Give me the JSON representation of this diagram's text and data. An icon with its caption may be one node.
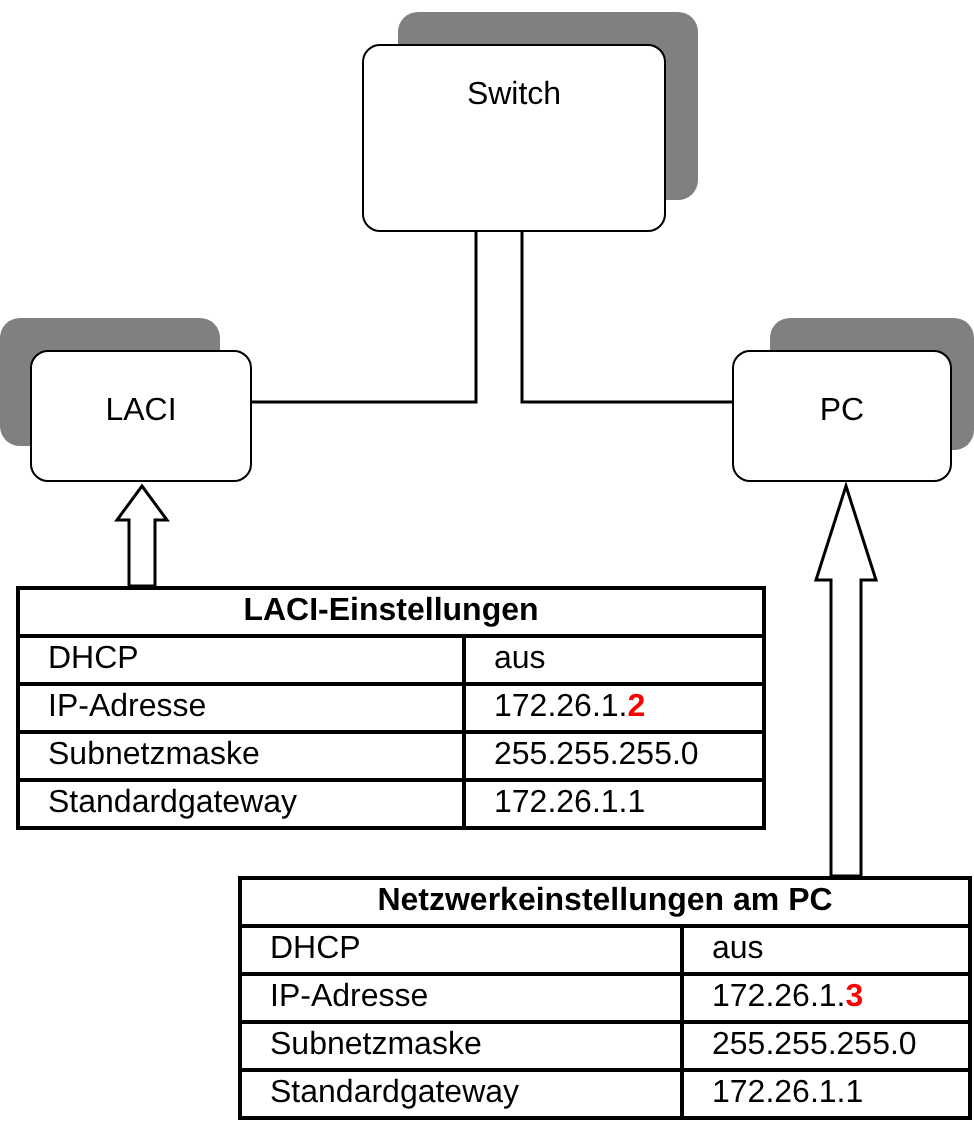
{
  "diagram": {
    "nodes": [
      {
        "text": [
          "Switch"
        ]
      },
      {
        "text": [
          "LACI"
        ]
      },
      {
        "text": [
          "PC"
        ]
      },
      {
        "text": [
          "LACI-Einstellungen",
          "DHCP",
          "aus",
          "IP-Adresse",
          "172.26.1.**2**",
          "Subnetzmaske",
          "255.255.255.0",
          "Standardgateway",
          "172.26.1.1"
        ]
      },
      {
        "text": [
          "Netzwerkeinstellungen am PC",
          "DHCP",
          "aus",
          "IP-Adresse",
          "172.26.1.**3**",
          "Subnetzmaske",
          "255.255.255.0",
          "Standardgateway",
          "172.26.1.1"
        ]
      }
    ],
    "edges": [
      {
        "from": 0,
        "to": 1,
        "arrow": "none"
      },
      {
        "from": 0,
        "to": 2,
        "arrow": "none"
      },
      {
        "from": 3,
        "to": 1,
        "arrow": "to"
      },
      {
        "from": 4,
        "to": 2,
        "arrow": "to"
      }
    ]
  }
}
